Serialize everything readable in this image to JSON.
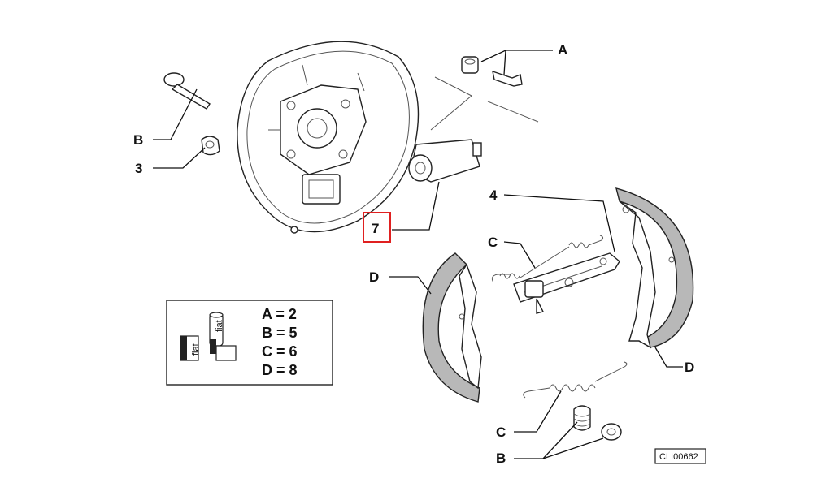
{
  "callouts": {
    "a_top": "A",
    "b_left": "B",
    "three": "3",
    "seven": "7",
    "four": "4",
    "c_mid": "C",
    "d_left": "D",
    "d_right": "D",
    "c_bottom": "C",
    "b_bottom": "B"
  },
  "legend": {
    "rows": [
      "A = 2",
      "B = 5",
      "C = 6",
      "D = 8"
    ],
    "box_label_1": "fiat",
    "box_label_2": "fiat"
  },
  "reference_code": "CLI00662",
  "colors": {
    "highlight_box": "#e02020",
    "line": "#222222",
    "shoe_lining": "#b8b8b8"
  }
}
